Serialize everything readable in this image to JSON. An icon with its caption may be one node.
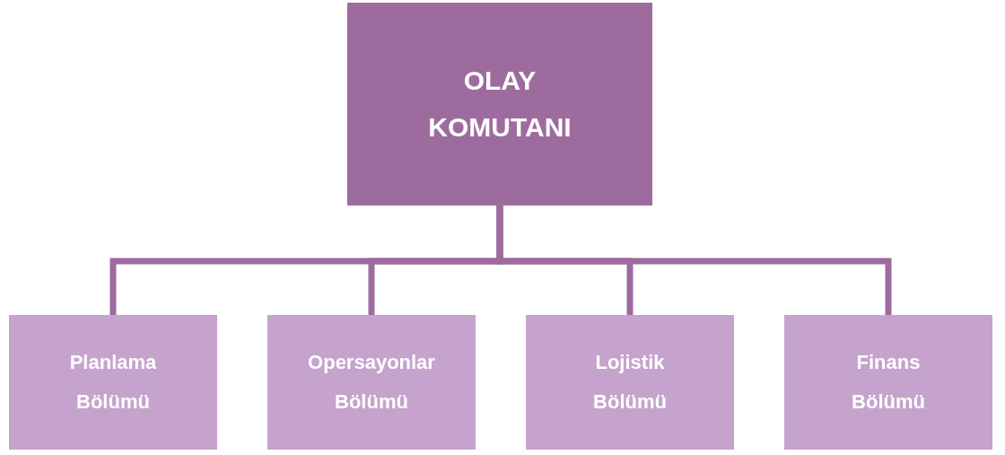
{
  "diagram": {
    "nodes": [
      {
        "text": [
          "OLAY KOMUTANI"
        ]
      },
      {
        "text": [
          "Planlama Bölümü"
        ]
      },
      {
        "text": [
          "Opersayonlar Bölümü"
        ]
      },
      {
        "text": [
          "Lojistik Bölümü"
        ]
      },
      {
        "text": [
          "Finans Bölümü"
        ]
      }
    ],
    "edges": [
      {
        "from": 0,
        "to": 1,
        "arrow": "none"
      },
      {
        "from": 0,
        "to": 2,
        "arrow": "none"
      },
      {
        "from": 0,
        "to": 3,
        "arrow": "none"
      },
      {
        "from": 0,
        "to": 4,
        "arrow": "none"
      }
    ]
  }
}
